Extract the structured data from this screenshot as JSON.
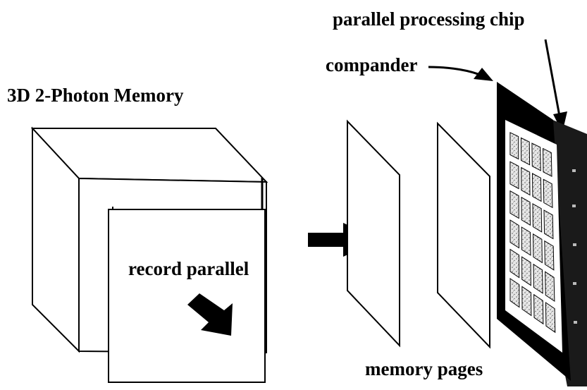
{
  "labels": {
    "chip": "parallel processing chip",
    "compander": "compander",
    "memory_3d": "3D 2-Photon Memory",
    "record": "record parallel",
    "pages": "memory pages"
  },
  "colors": {
    "ink": "#000000",
    "paper": "#ffffff",
    "cell_fill": "#e6e6e6",
    "speckle": "#5a5a5a"
  },
  "icons": {
    "transfer_arrow": "right-arrow-icon",
    "record_arrow": "down-right-arrow-icon"
  },
  "chip_grid": {
    "rows": 6,
    "cols": 4
  }
}
